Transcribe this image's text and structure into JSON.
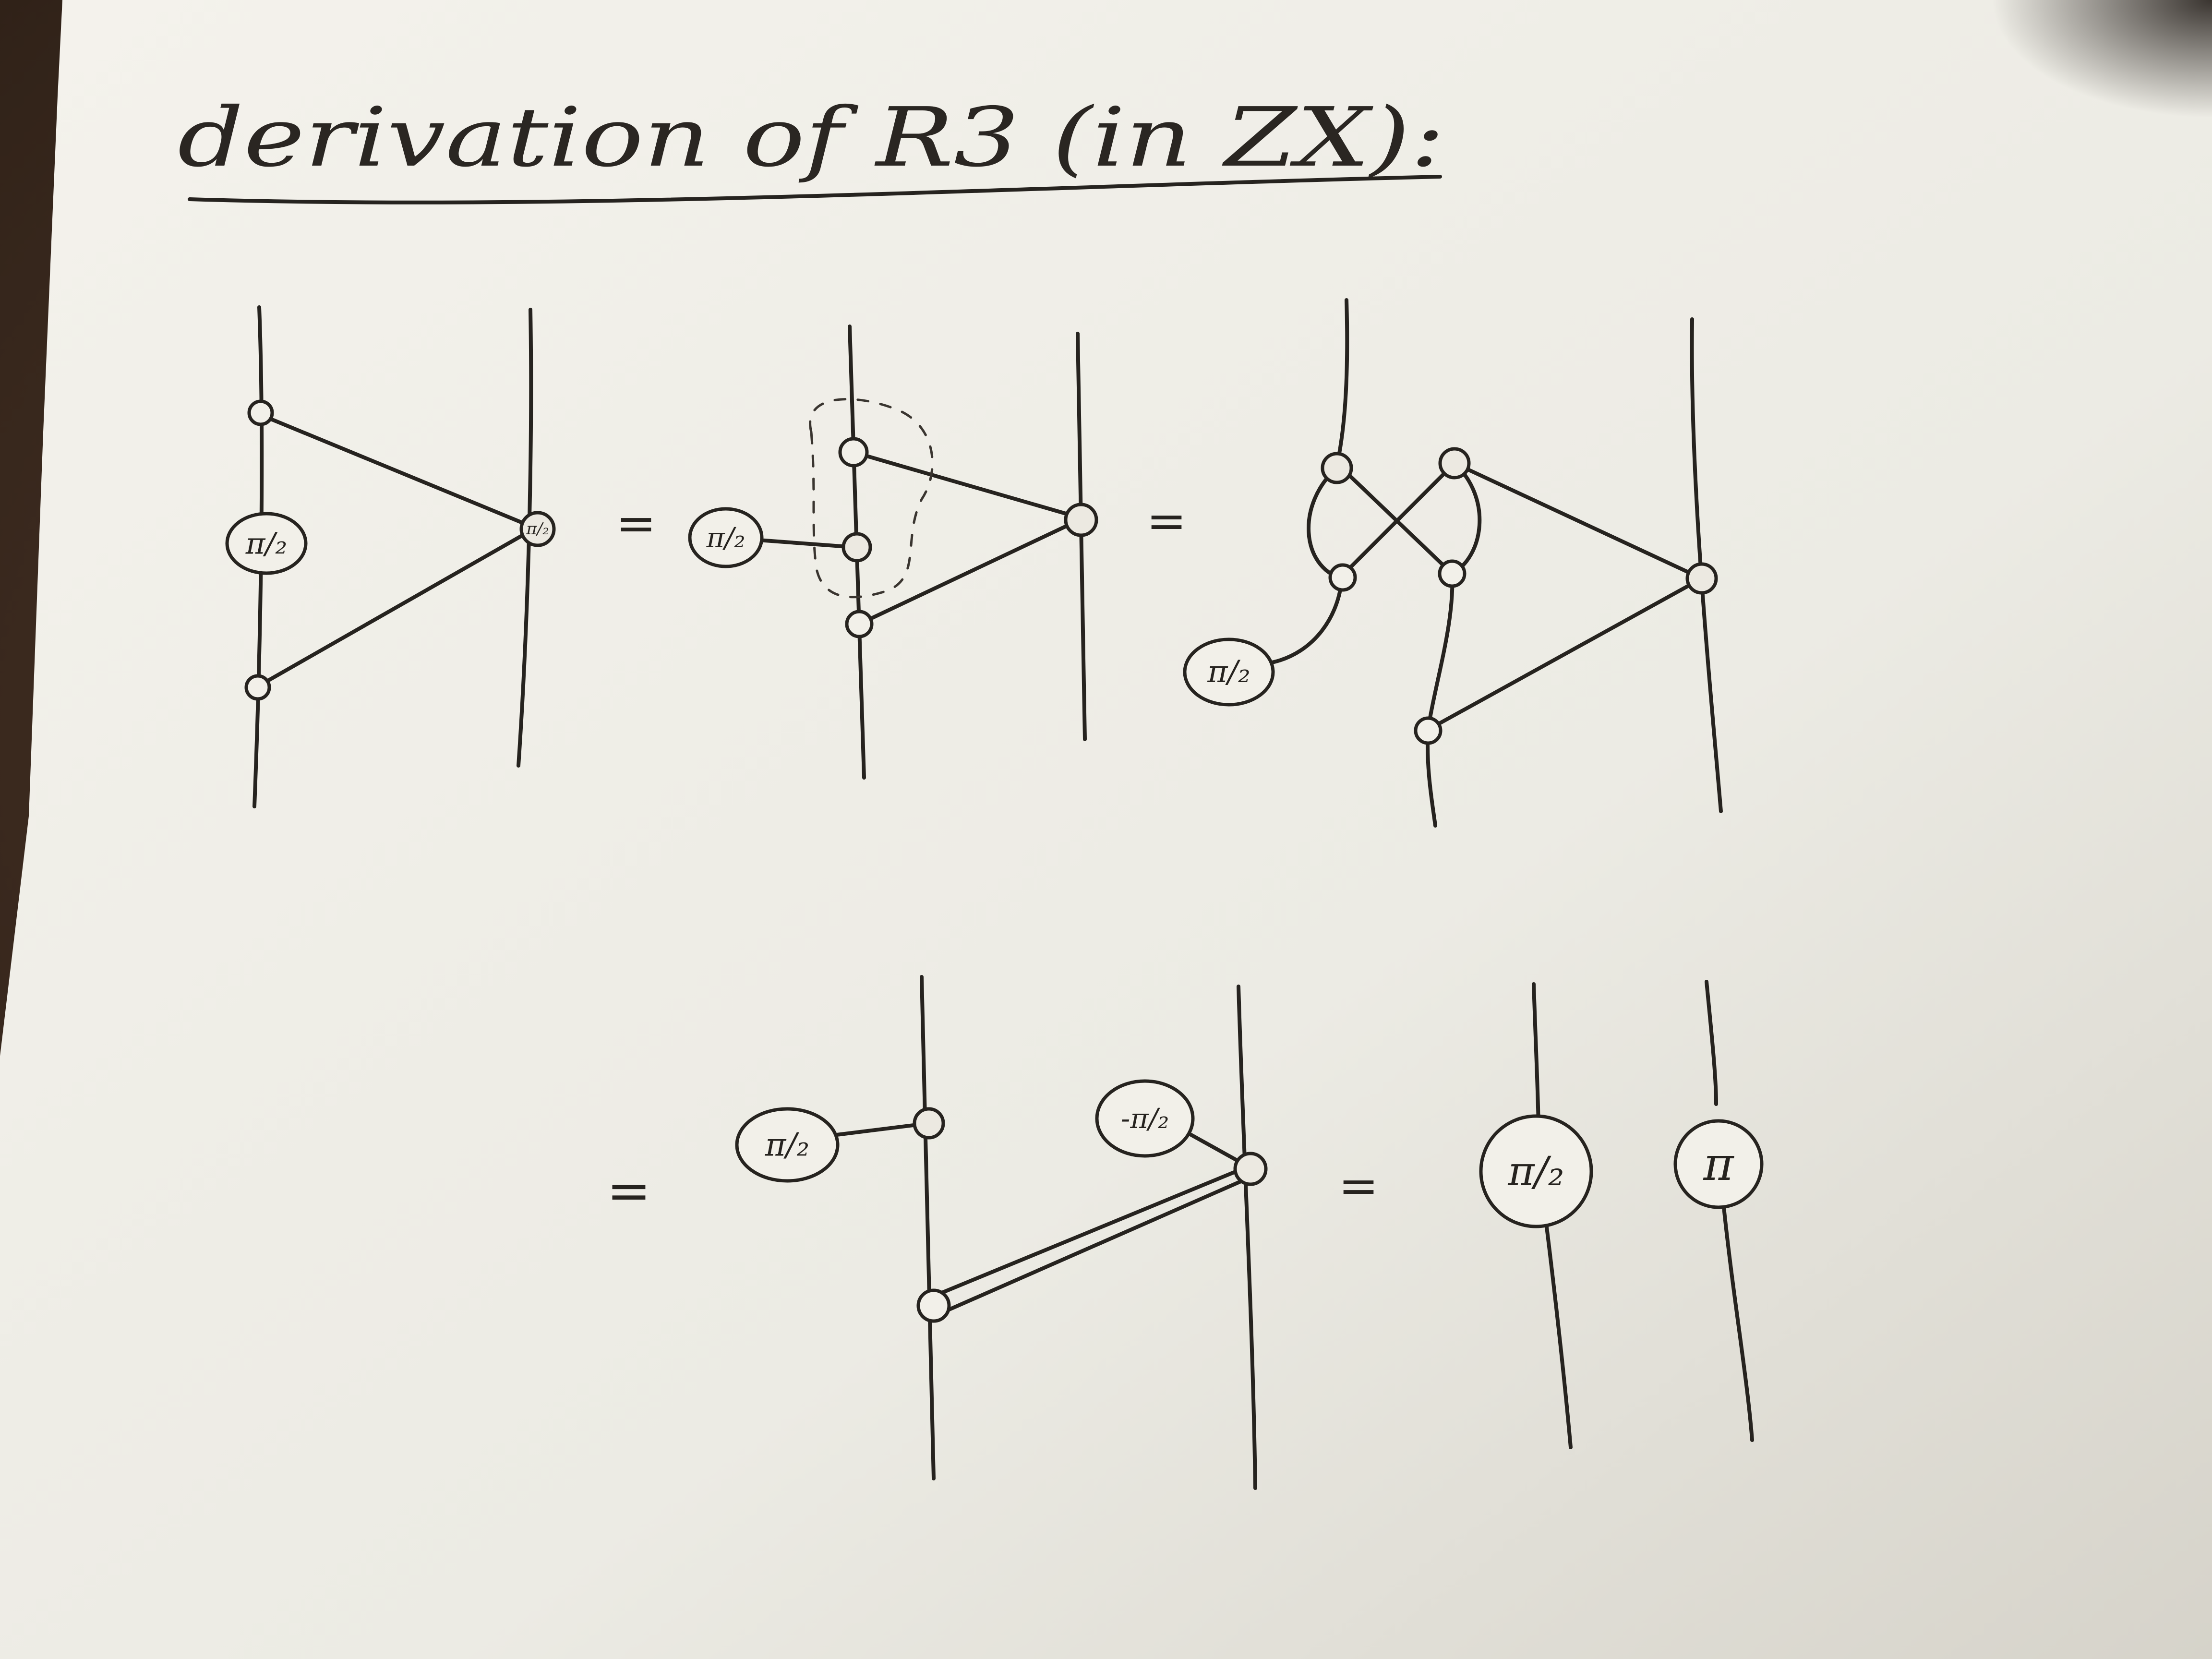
{
  "title": "derivation of R3 (in ZX):",
  "equals_sign": "=",
  "phases": {
    "pi_half_a": "π/₂",
    "pi_half_b": "π/₂",
    "pi_half_c": "π/₂",
    "pi_half_d": "π/₂",
    "pi_half_e": "π/₂",
    "minus_pi_half": "-π/₂",
    "pi": "π"
  },
  "colors": {
    "paper": "#f2f0e9",
    "ink": "#26231f",
    "background": "#3a2a1f"
  }
}
